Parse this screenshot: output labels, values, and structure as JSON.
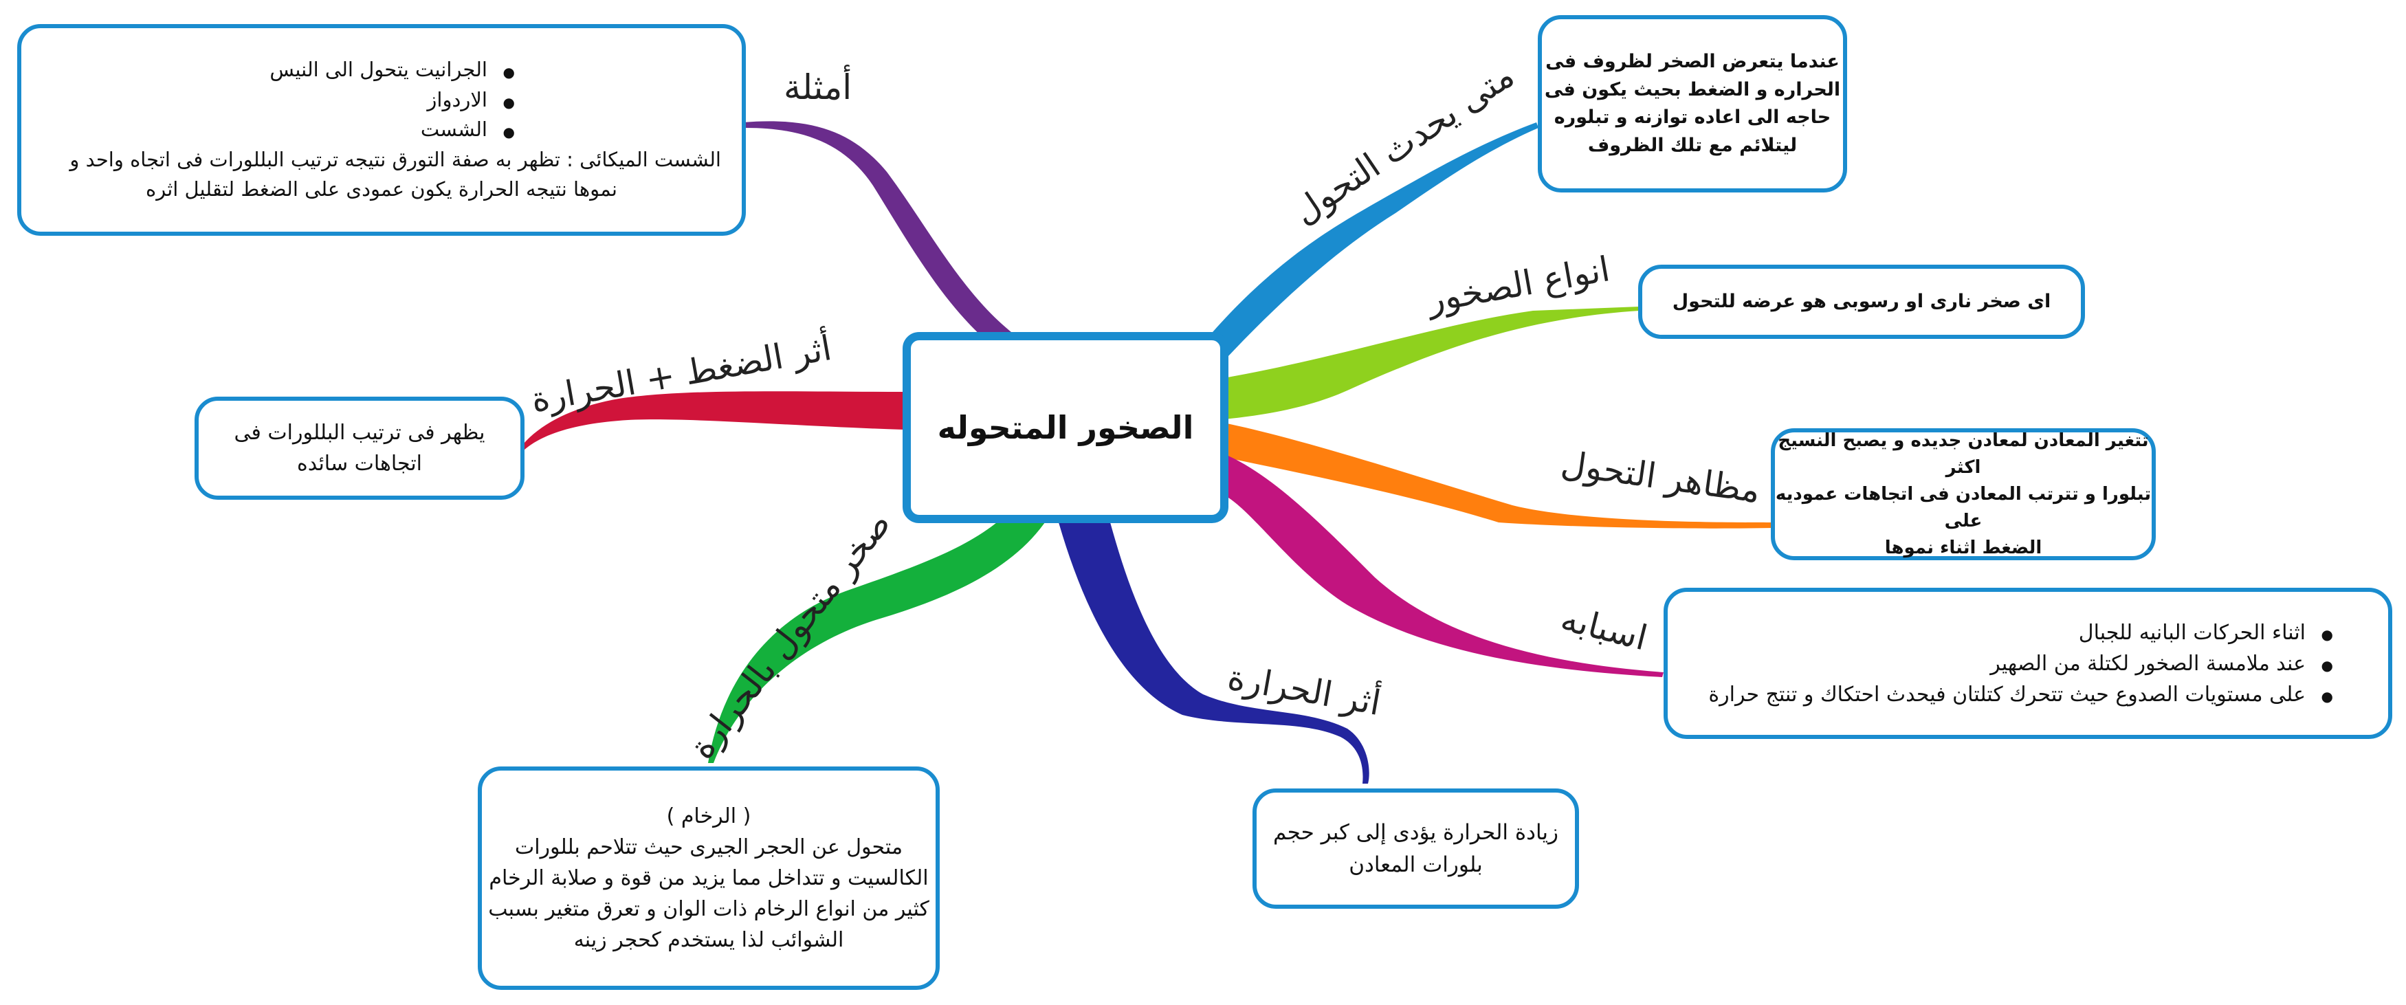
{
  "center": {
    "title": "الصخور المتحوله"
  },
  "branches": {
    "when": {
      "label": "متى يحدث التحول",
      "text": [
        "عندما يتعرض الصخر لظروف فى",
        "الحراره و الضغط بحيث يكون فى",
        "حاجه الى اعاده توازنه و تبلوره",
        "ليتلائم مع تلك الظروف"
      ]
    },
    "types": {
      "label": "انواع الصخور",
      "text": "اى صخر نارى او رسوبى هو عرضه للتحول"
    },
    "aspects": {
      "label": "مظاهر التحول",
      "text": [
        "تتغير المعادن لمعادن جديده و يصبح النسيج اكثر",
        "تبلورا و تترتب المعادن فى اتجاهات  عموديه على",
        "الضغط اثناء نموها"
      ]
    },
    "causes": {
      "label": "اسبابه",
      "items": [
        "اثناء الحركات البانيه للجبال",
        "عند ملامسة الصخور لكتلة من الصهير",
        "على مستويات الصدوع حيث تتحرك كتلتان فيحدث احتكاك و تنتج حرارة"
      ]
    },
    "heat_effect": {
      "label": "أثر الحرارة",
      "text": [
        "زيادة الحرارة يؤدى إلى كبر حجم",
        "بلورات المعادن"
      ]
    },
    "heat_rock": {
      "label": "صخر متحول بالحرارة",
      "text": [
        "(  الرخام )",
        "متحول عن الحجر الجيرى حيث تتلاحم بللورات",
        "الكالسيت و تتداخل مما يزيد من قوة و صلابة الرخام",
        "كثير من انواع الرخام ذات الوان و تعرق متغير بسبب",
        "الشوائب لذا يستخدم كحجر زينه"
      ]
    },
    "pressure_heat": {
      "label": "أثر الضغط + الحرارة",
      "text": [
        "يظهر فى ترتيب البللورات فى",
        "اتجاهات سائده"
      ]
    },
    "examples": {
      "label": "أمثلة",
      "items": [
        "الجرانيت    يتحول الى    النيس",
        "الاردواز",
        "الشست"
      ],
      "text": [
        "الشست الميكائى : تظهر به صفة التورق نتيجه ترتيب البللورات فى اتجاه واحد  و",
        "نموها نتيجه الحرارة يكون عمودى على الضغط لتقليل اثره"
      ]
    }
  },
  "colors": {
    "box_border": "#1a8ccf",
    "when": "#1a8ccf",
    "types": "#8fd11e",
    "aspects": "#ff7f0e",
    "causes": "#c2147f",
    "heat_effect": "#23259e",
    "heat_rock": "#14b03c",
    "pressure_heat": "#d0143a",
    "examples": "#6a2c8c"
  }
}
